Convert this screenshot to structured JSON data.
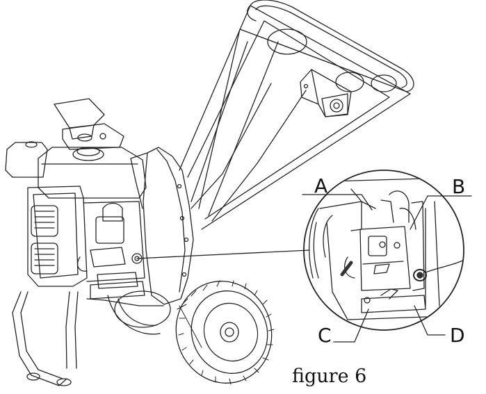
{
  "diagram": {
    "callouts": [
      {
        "id": "A",
        "label": "A"
      },
      {
        "id": "B",
        "label": "B"
      },
      {
        "id": "C",
        "label": "C"
      },
      {
        "id": "D",
        "label": "D"
      }
    ],
    "caption": "figure 6"
  }
}
